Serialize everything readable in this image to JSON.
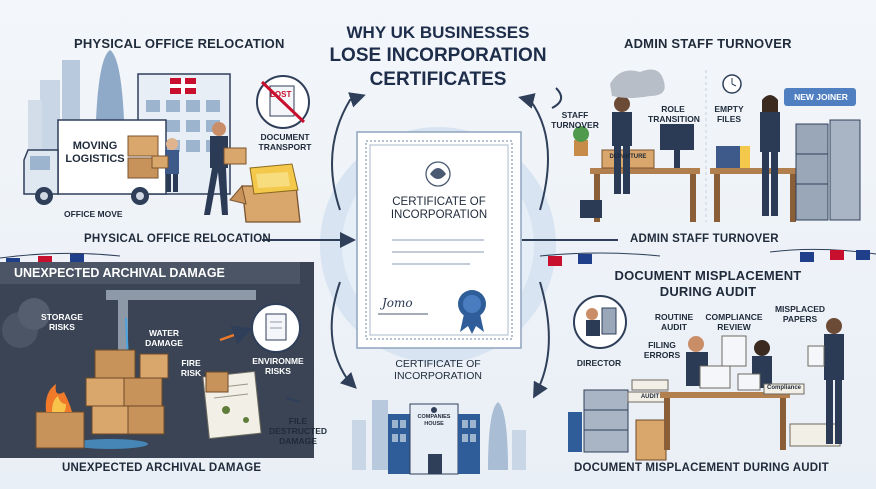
{
  "title": {
    "line1": "WHY UK BUSINESSES",
    "line2": "LOSE INCORPORATION CERTIFICATES"
  },
  "sections": {
    "relocation": {
      "heading": "PHYSICAL OFFICE RELOCATION",
      "footer": "PHYSICAL OFFICE RELOCATION",
      "van_text": "MOVING LOGISTICS",
      "office_move": "OFFICE MOVE",
      "lost_tag": "LOST",
      "doc_transport": "DOCUMENT TRANSPORT"
    },
    "turnover": {
      "heading": "ADMIN STAFF TURNOVER",
      "footer": "ADMIN STAFF TURNOVER",
      "staff_turnover": "STAFF TURNOVER",
      "role_transition": "ROLE TRANSITION",
      "empty_files": "EMPTY FILES",
      "new_joiner": "NEW JOINER",
      "box_label": "DEPARTURE"
    },
    "archival": {
      "heading": "UNEXPECTED ARCHIVAL DAMAGE",
      "footer": "UNEXPECTED ARCHIVAL DAMAGE",
      "storage_risks": "STORAGE RISKS",
      "water_damage": "WATER DAMAGE",
      "fire_risk": "FIRE RISK",
      "environment_risks": "ENVIRONME RISKS",
      "file_destructed": "FILE DESTRUCTED DAMAGE"
    },
    "audit": {
      "heading_line1": "DOCUMENT MISPLACEMENT",
      "heading_line2": "DURING AUDIT",
      "footer": "DOCUMENT MISPLACEMENT DURING AUDIT",
      "routine_audit": "ROUTINE AUDIT",
      "compliance_review": "COMPLIANCE REVIEW",
      "misplaced_papers": "MISPLACED PAPERS",
      "filing_errors": "FILING ERRORS",
      "director": "DIRECTOR",
      "audit_tag": "AUDIT",
      "compliance_tag": "Compliance"
    }
  },
  "certificate": {
    "line1": "CERTIFICATE OF",
    "line2": "INCORPORATION",
    "caption_line1": "CERTIFICATE OF",
    "caption_line2": "INCORPORATION",
    "signature": "Jomo"
  },
  "companies_house": "COMPANIES HOUSE",
  "colors": {
    "navy": "#1d2d4a",
    "accent_blue": "#2f5d9a",
    "dark_panel": "#3a4454",
    "fire": "#f07a2a",
    "water": "#4aa3df"
  }
}
